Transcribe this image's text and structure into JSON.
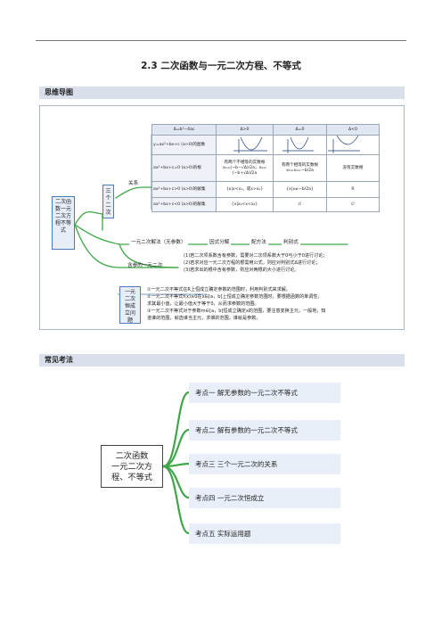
{
  "doc": {
    "title": "2.3 二次函数与一元二次方程、不等式"
  },
  "sections": {
    "mindmap": "思维导图",
    "exam": "常见考法"
  },
  "mindmap": {
    "root": "二次函数一元二次方程不等式",
    "three_node": "三个二次",
    "relation_label": "关系",
    "table": {
      "r0": [
        "Δ=b²−4ac",
        "Δ>0",
        "Δ=0",
        "Δ<0"
      ],
      "r1": "y=ax²+bx+c (a>0)的图象",
      "r2_label": "ax²+bx+c=0 (a>0)的根",
      "r2_c1_title": "有两个不相等的实数根",
      "r2_c1": "x₁=(−b−√Δ)/2a，x₂=(−b+√Δ)/2a",
      "r2_c2_title": "有两个相等的实数根",
      "r2_c2": "x₁=x₂=−b/2a",
      "r2_c3": "没有实数根",
      "r3_label": "ax²+bx+c>0 (a>0)的解集",
      "r3_c1": "{x|x<x₁，或x>x₂}",
      "r3_c2": "{x|x≠−b/2a}",
      "r3_c3": "R",
      "r4_label": "ax²+bx+c<0 (a>0)的解集",
      "r4_c1": "{x|x₁<x<x₂}",
      "r4_c2": "∅",
      "r4_c3": "∅"
    },
    "solve_no_param": "一元二次解法（无参数）",
    "factor": "因式分解",
    "complete_square": "配方法",
    "formula": "判别式",
    "with_param": "含参的一元二次",
    "param_notes": [
      "(1)若二次项系数含有参数，需要对二次项系数大于0与小于0进行讨论；",
      "(2)若求对应一元二次方程的根需用公式，则应对判别式Δ进行讨论；",
      "(3)若求出的根中含有参数，则应对两根的大小进行讨论。"
    ],
    "constant_node": "一元二次恒成立问题",
    "constant_notes": [
      "①一元二次不等式在R上恒成立确定参数的范围时，利用判别式来求解。",
      "②一元二次不等式f(x)≥0在x∈[a，b]上恒成立确定参数范围时，要根据函数的单调性，",
      "求其最小值，让最小值大于等于0，从而求参数的范围。",
      "③一元二次不等式对于参数m∈[a，b]恒成立确定x的范围，要注意变换主元，一般地，知",
      "道谁的范围，就选谁当主元，求谁的范围，谁就是参数。"
    ]
  },
  "exam": {
    "center": [
      "二次函数",
      "一元二次方",
      "程、不等式"
    ],
    "points": [
      "考点一  解无参数的一元二次不等式",
      "考点二  解有参数的一元二次不等式",
      "考点三  三个一元二次的关系",
      "考点四  一元二次恒成立",
      "考点五  实际运用题"
    ]
  },
  "colors": {
    "branch": "#3fa64a",
    "box_border": "#4a7db8",
    "section_bar": "#d9dfeb"
  }
}
